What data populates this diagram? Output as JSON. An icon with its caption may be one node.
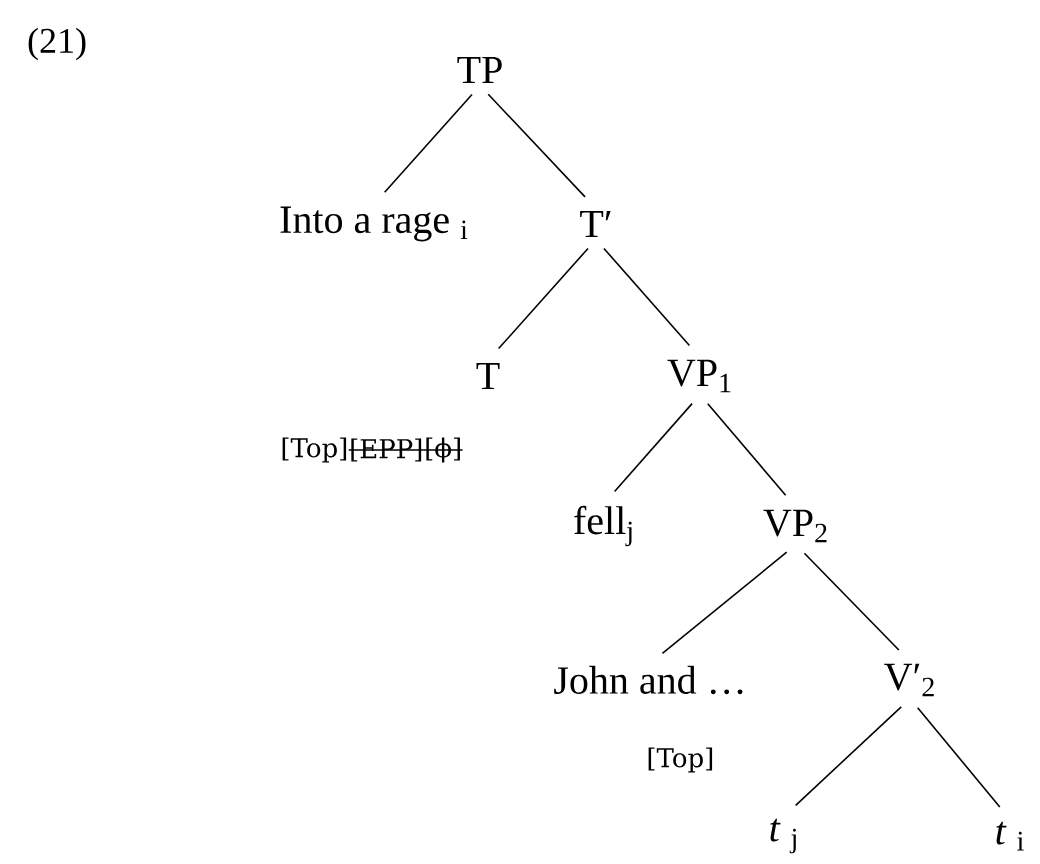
{
  "diagram": {
    "nodes": [
      {
        "text": [
          "TP"
        ]
      },
      {
        "text": [
          "Into a rage $_{i}$"
        ]
      },
      {
        "text": [
          "T′"
        ]
      },
      {
        "text": [
          "T"
        ],
        "beside": [
          "[Top]",
          "[EPP]",
          "[ϕ]"
        ]
      },
      {
        "text": [
          "VP$_{1}$"
        ]
      },
      {
        "text": [
          "fell$_{j}$"
        ]
      },
      {
        "text": [
          "VP$_{2}$"
        ]
      },
      {
        "text": [
          "John and …"
        ],
        "beside": [
          "[Top]"
        ]
      },
      {
        "text": [
          "V′$_{2}$"
        ]
      },
      {
        "text": [
          "*t* $_{j}$"
        ]
      },
      {
        "text": [
          "*t* $_{i}$"
        ]
      }
    ],
    "edges": [
      {
        "from": 0,
        "to": 1,
        "arrow": "none"
      },
      {
        "from": 0,
        "to": 2,
        "arrow": "none"
      },
      {
        "from": 2,
        "to": 3,
        "arrow": "none"
      },
      {
        "from": 2,
        "to": 4,
        "arrow": "none"
      },
      {
        "from": 4,
        "to": 5,
        "arrow": "none"
      },
      {
        "from": 4,
        "to": 6,
        "arrow": "none"
      },
      {
        "from": 6,
        "to": 7,
        "arrow": "none"
      },
      {
        "from": 6,
        "to": 8,
        "arrow": "none"
      },
      {
        "from": 8,
        "to": 9,
        "arrow": "none"
      },
      {
        "from": 8,
        "to": 10,
        "arrow": "none"
      }
    ],
    "labels": [
      "(21)"
    ]
  }
}
